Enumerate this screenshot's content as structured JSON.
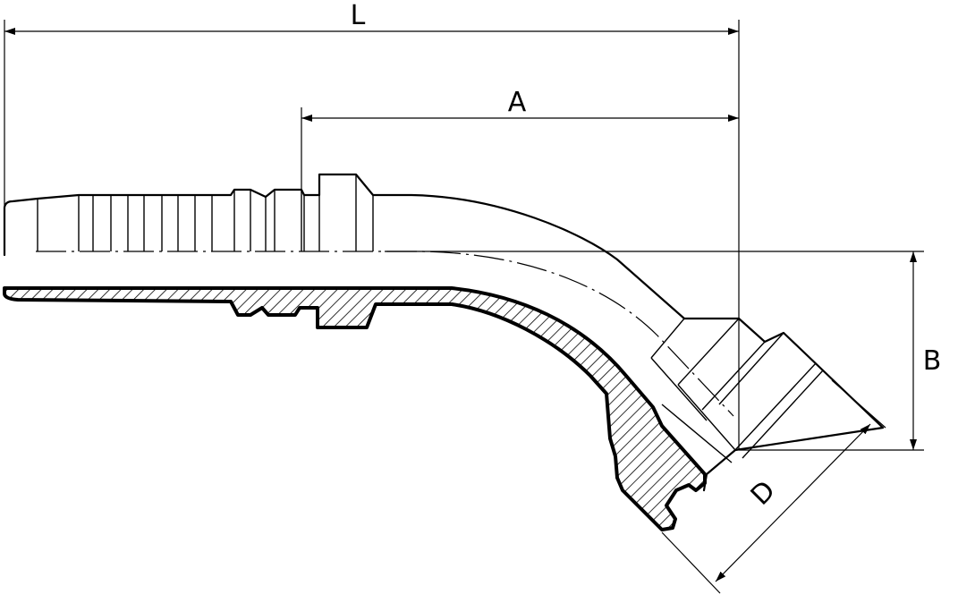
{
  "drawing": {
    "dimensions": {
      "overall_length": "L",
      "angled_length": "A",
      "offset_height": "B",
      "flange_diameter": "D"
    }
  }
}
